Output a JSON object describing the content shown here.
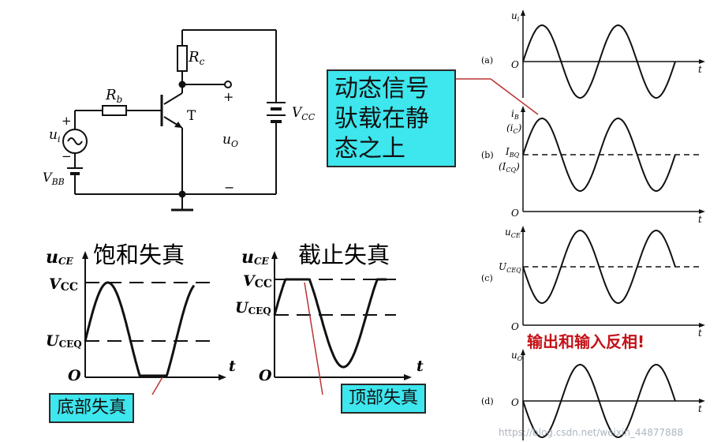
{
  "circuit": {
    "rc_label": {
      "main": "R",
      "sub": "c"
    },
    "rb_label": {
      "main": "R",
      "sub": "b"
    },
    "t_label": "T",
    "ui_label": {
      "main": "u",
      "sub": "i"
    },
    "uo_label": {
      "main": "u",
      "sub": "O"
    },
    "vbb_label": {
      "main": "V",
      "sub": "BB"
    },
    "vcc_label": {
      "main": "V",
      "sub": "CC"
    },
    "plus_1": "+",
    "minus_1": "−",
    "plus_2": "+",
    "minus_2": "−"
  },
  "callout": {
    "line1": "动态信号",
    "line2": "驮载在静",
    "line3": "态之上"
  },
  "saturation_plot": {
    "title": "饱和失真",
    "y_label": {
      "main": "u",
      "sub": "CE"
    },
    "vcc_label": {
      "main": "V",
      "sub": "CC"
    },
    "uceq_label": {
      "main": "U",
      "sub": "CEQ"
    },
    "origin": "O",
    "t_label": "t",
    "caption": "底部失真"
  },
  "cutoff_plot": {
    "title": "截止失真",
    "y_label": {
      "main": "u",
      "sub": "CE"
    },
    "vcc_label": {
      "main": "V",
      "sub": "CC"
    },
    "uceq_label": {
      "main": "U",
      "sub": "CEQ"
    },
    "origin": "O",
    "t_label": "t",
    "caption": "顶部失真"
  },
  "waveforms": {
    "a": {
      "letter": "(a)",
      "y_label": {
        "main": "u",
        "sub": "i"
      },
      "origin": "O",
      "t": "t"
    },
    "b": {
      "letter": "(b)",
      "y_label": {
        "main": "i",
        "sub": "B"
      },
      "y_label2": {
        "main": "(i",
        "sub": "C",
        "tail": ")"
      },
      "q_label": {
        "main": "I",
        "sub": "BQ"
      },
      "q_label2": {
        "main": "(I",
        "sub": "CQ",
        "tail": ")"
      },
      "origin": "O",
      "t": "t"
    },
    "c": {
      "letter": "(c)",
      "y_label": {
        "main": "u",
        "sub": "CE"
      },
      "q_label": {
        "main": "U",
        "sub": "CEQ"
      },
      "origin": "O",
      "t": "t"
    },
    "d": {
      "letter": "(d)",
      "y_label": {
        "main": "u",
        "sub": "O"
      },
      "origin": "O",
      "t": "t"
    }
  },
  "red_note": "输出和输入反相!",
  "watermark": "https://blog.csdn.net/weixin_44877888"
}
